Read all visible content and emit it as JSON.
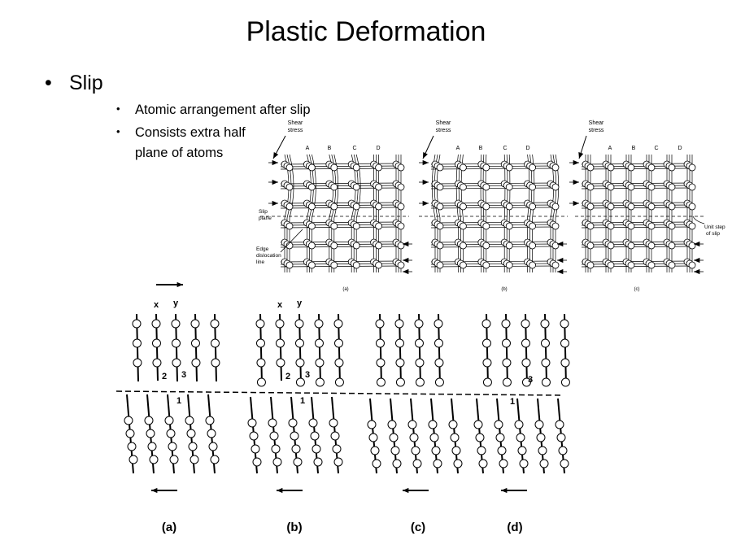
{
  "slide": {
    "title": "Plastic Deformation",
    "bullet": "Slip",
    "subbullets": [
      "Atomic arrangement after slip",
      "Consists extra half",
      "plane of atoms"
    ]
  },
  "crystal_figure": {
    "panels": [
      {
        "caption": "(a)",
        "columns": [
          "A",
          "B",
          "C",
          "D"
        ],
        "shear_label": [
          "Shear",
          "stress"
        ],
        "side_labels": [
          "Slip",
          "plane",
          "Edge",
          "dislocation",
          "line"
        ]
      },
      {
        "caption": "(b)",
        "columns": [
          "A",
          "B",
          "C",
          "D"
        ],
        "shear_label": [
          "Shear",
          "stress"
        ]
      },
      {
        "caption": "(c)",
        "columns": [
          "A",
          "B",
          "C",
          "D"
        ],
        "shear_label": [
          "Shear",
          "stress"
        ],
        "side_labels": [
          "Unit step",
          "of slip"
        ]
      }
    ]
  },
  "slip_sequence": {
    "panels": [
      {
        "caption": "(a)",
        "labels": [
          "x",
          "y",
          "2",
          "3",
          "1"
        ]
      },
      {
        "caption": "(b)",
        "labels": [
          "x",
          "y",
          "2",
          "3",
          "1"
        ]
      },
      {
        "caption": "(c)",
        "labels": []
      },
      {
        "caption": "(d)",
        "labels": [
          "3",
          "1"
        ]
      }
    ]
  }
}
